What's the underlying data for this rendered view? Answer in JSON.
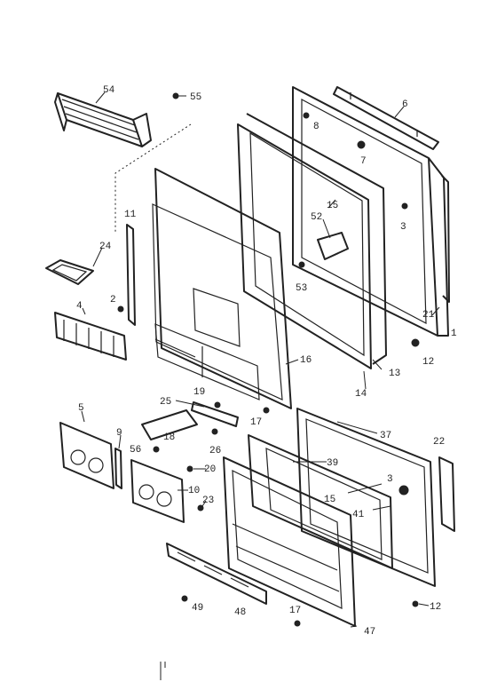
{
  "diagram": {
    "type": "exploded parts view",
    "callouts": {
      "c54": "54",
      "c55": "55",
      "c6": "6",
      "c8": "8",
      "c7": "7",
      "c3a": "3",
      "c15a": "15",
      "c52": "52",
      "c53": "53",
      "c21": "21",
      "c1": "1",
      "c12a": "12",
      "c11": "11",
      "c24": "24",
      "c2": "2",
      "c4": "4",
      "c16": "16",
      "c13": "13",
      "c14": "14",
      "c17a": "17",
      "c19": "19",
      "c25": "25",
      "c26": "26",
      "c18": "18",
      "c56": "56",
      "c5": "5",
      "c9": "9",
      "c20": "20",
      "c10": "10",
      "c23": "23",
      "c37": "37",
      "c22": "22",
      "c39": "39",
      "c15b": "15",
      "c3b": "3",
      "c41": "41",
      "c12b": "12",
      "c49": "49",
      "c48": "48",
      "c17b": "17",
      "c47": "47"
    }
  }
}
